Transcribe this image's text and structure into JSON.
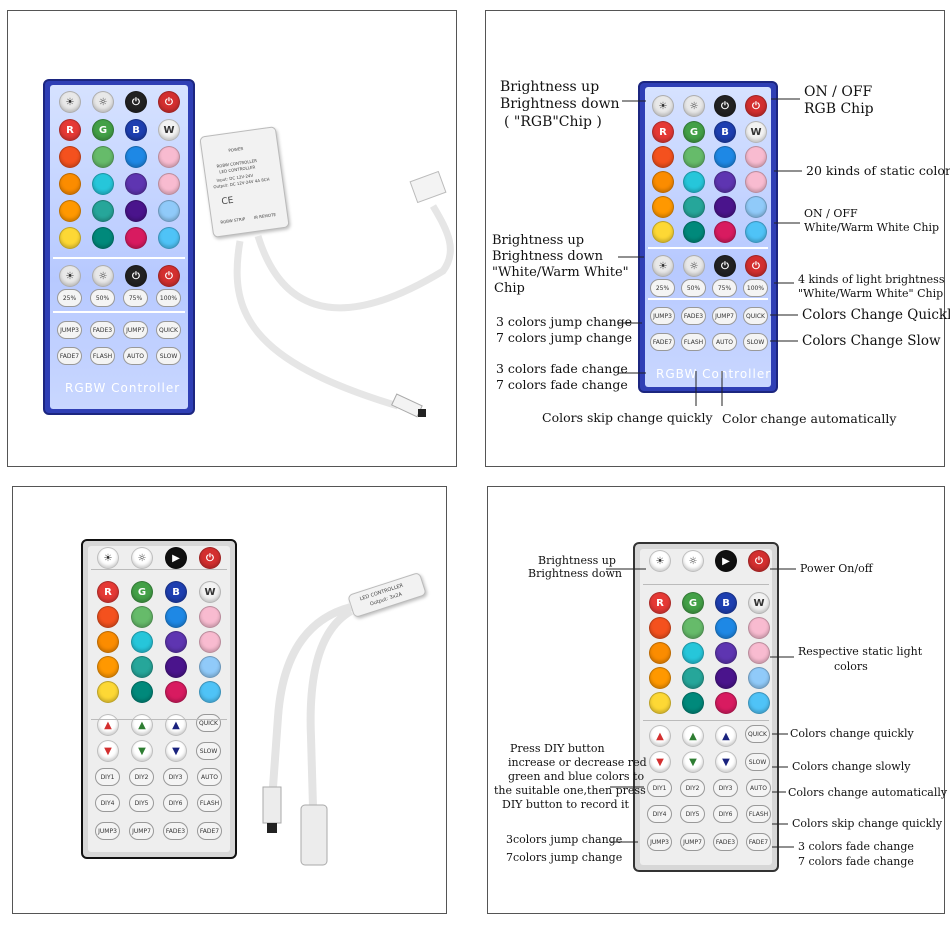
{
  "panel1": {
    "title": "RGBW  Controller",
    "device_lines": [
      "POWER",
      "RGBW CONTROLLER",
      "LED CONTROLLER",
      "Input: DC 12V-24V",
      "Output: DC 12V-24V 4A 8CH",
      "RGBW STRIP",
      "IR REMOTE"
    ],
    "top_row": [
      "bright-up",
      "bright-down",
      "power-off",
      "power-on"
    ],
    "rgb_row": [
      "R",
      "G",
      "B",
      "W"
    ],
    "white_row": [
      "white-up",
      "white-down",
      "white-off",
      "white-on"
    ],
    "percent_row": [
      "25%",
      "50%",
      "75%",
      "100%"
    ],
    "mode_row1": [
      "JUMP3",
      "FADE3",
      "JUMP7",
      "QUICK"
    ],
    "mode_row2": [
      "FADE7",
      "FLASH",
      "AUTO",
      "SLOW"
    ]
  },
  "panel2": {
    "title": "RGBW  Controller",
    "annotations": {
      "brightness_rgb": [
        "Brightness up",
        "Brightness down",
        "( \"RGB\"Chip )"
      ],
      "onoff_rgb": [
        "ON / OFF",
        "RGB Chip"
      ],
      "static_color": "20 kinds of static color",
      "onoff_white": [
        "ON / OFF",
        "White/Warm White Chip"
      ],
      "brightness_white": [
        "Brightness up",
        "Brightness down",
        "\"White/Warm White\"",
        "Chip"
      ],
      "light_brightness": [
        "4 kinds of light brightness",
        "\"White/Warm White\" Chip"
      ],
      "jump": [
        "3 colors jump change",
        "7 colors jump change"
      ],
      "quick": "Colors Change Quickly",
      "slow": "Colors Change Slow",
      "fade": [
        "3 colors fade change",
        "7 colors fade change"
      ],
      "skip": "Colors skip change quickly",
      "auto": "Color change automatically"
    }
  },
  "panel3": {
    "device_lines": [
      "LED CONTROLLER",
      "Output: 3x2A"
    ],
    "rgb_row": [
      "R",
      "G",
      "B",
      "W"
    ],
    "diy_row1": [
      "DIY1",
      "DIY2",
      "DIY3",
      "AUTO"
    ],
    "diy_row2": [
      "DIY4",
      "DIY5",
      "DIY6",
      "FLASH"
    ],
    "mode_row": [
      "JUMP3",
      "JUMP7",
      "FADE3",
      "FADE7"
    ],
    "side_keys": [
      "QUICK",
      "SLOW"
    ]
  },
  "panel4": {
    "annotations": {
      "brightness": [
        "Brightness up",
        "Brightness down"
      ],
      "power": "Power On/off",
      "static": [
        "Respective static light",
        "colors"
      ],
      "diy": [
        "Press DIY button",
        "increase or decrease red",
        "green and blue colors to",
        "the suitable one,then press",
        "DIY button to record it"
      ],
      "quick": "Colors change quickly",
      "slow": "Colors change slowly",
      "auto": "Colors change automatically",
      "skip": "Colors skip change quickly",
      "jump": [
        "3colors jump change",
        "7colors jump change"
      ],
      "fade": [
        "3 colors fade change",
        "7 colors fade change"
      ]
    }
  },
  "colors": {
    "remote_blue": "#2f3fb5",
    "palette": [
      [
        "#e53935",
        "#43a047",
        "#1e3fb0",
        "#f2f2f2"
      ],
      [
        "#f4511e",
        "#66bb6a",
        "#1e88e5",
        "#f8bbd0"
      ],
      [
        "#fb8c00",
        "#26c6da",
        "#5e35b1",
        "#f8bbd0"
      ],
      [
        "#ff9800",
        "#26a69a",
        "#4a148c",
        "#90caf9"
      ],
      [
        "#fdd835",
        "#00897b",
        "#d81b60",
        "#4fc3f7"
      ]
    ]
  }
}
